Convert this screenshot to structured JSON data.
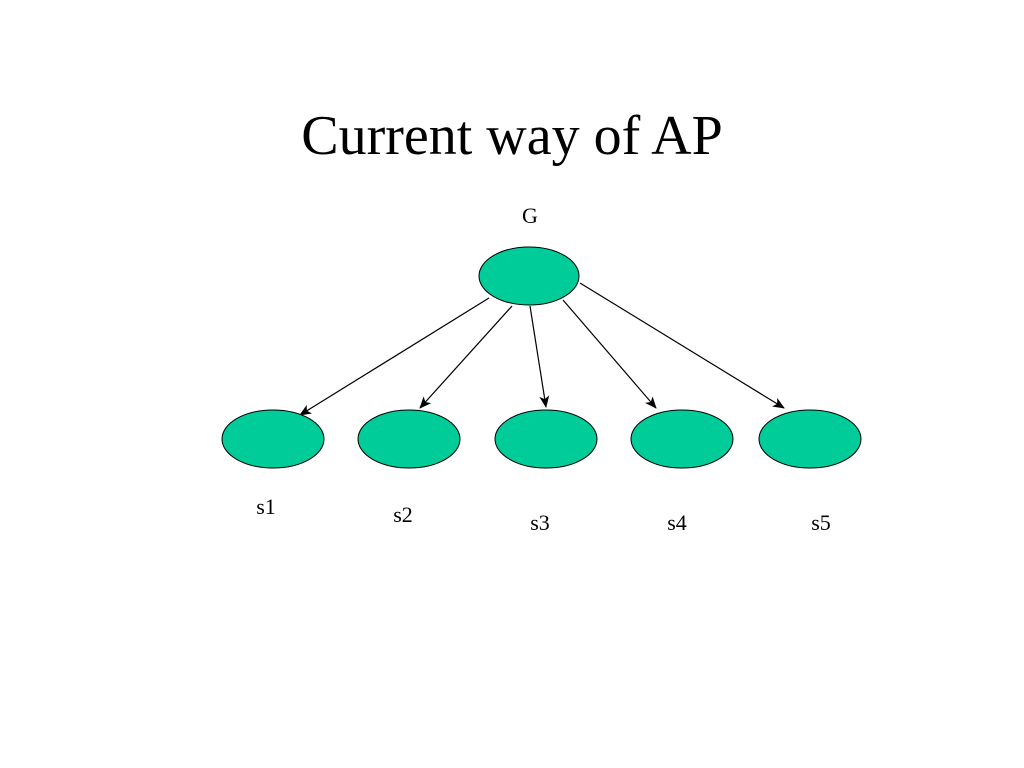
{
  "slide": {
    "title": "Current way of AP"
  },
  "diagram": {
    "node_fill": "#00CC99",
    "node_stroke": "#000000",
    "edge_color": "#000000",
    "root": {
      "label": "G"
    },
    "children": [
      {
        "label": "s1"
      },
      {
        "label": "s2"
      },
      {
        "label": "s3"
      },
      {
        "label": "s4"
      },
      {
        "label": "s5"
      }
    ],
    "edges": [
      {
        "from": "G",
        "to": "s1"
      },
      {
        "from": "G",
        "to": "s2"
      },
      {
        "from": "G",
        "to": "s3"
      },
      {
        "from": "G",
        "to": "s4"
      },
      {
        "from": "G",
        "to": "s5"
      }
    ]
  }
}
